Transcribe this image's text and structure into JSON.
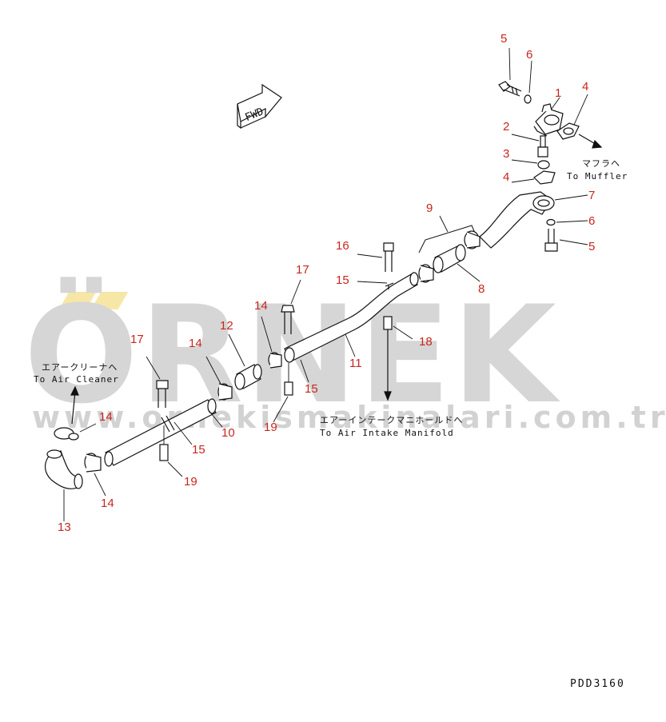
{
  "watermark": {
    "brand": "ÖRNEK",
    "url": "www.ornekismakinalari.com.tr"
  },
  "fwd_label": "FWD",
  "notes": {
    "muffler_jp": "マフラヘ",
    "muffler_en": "To Muffler",
    "cleaner_jp": "エアークリーナへ",
    "cleaner_en": "To Air Cleaner",
    "manifold_jp": "エアーインテークマニホールドへ",
    "manifold_en": "To Air Intake Manifold"
  },
  "labels": [
    "5",
    "6",
    "1",
    "4",
    "2",
    "3",
    "4",
    "9",
    "7",
    "6",
    "5",
    "16",
    "8",
    "15",
    "17",
    "14",
    "12",
    "11",
    "18",
    "17",
    "14",
    "15",
    "19",
    "14",
    "10",
    "15",
    "14",
    "13",
    "19"
  ],
  "drawing_ref": "PDD3160",
  "colors": {
    "label": "#c8261e",
    "line": "#111111",
    "watermark": "#d6d6d6",
    "accent": "#f7e7a6"
  }
}
